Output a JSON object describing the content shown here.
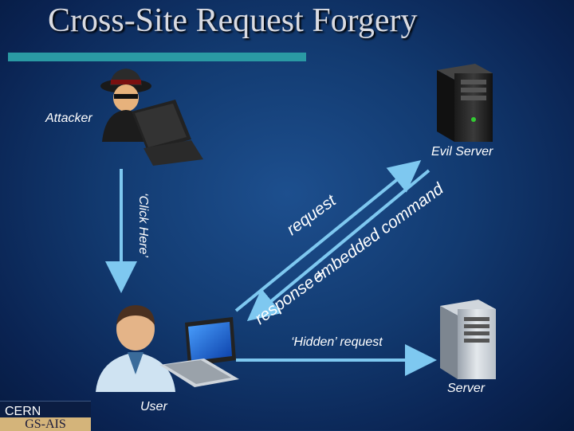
{
  "title": "Cross-Site Request Forgery",
  "labels": {
    "attacker": "Attacker",
    "evil_server": "Evil Server",
    "click_here": "‘Click Here’",
    "request": "request",
    "command": "embedded command",
    "response": "response +",
    "hidden_request": "‘Hidden’ request",
    "server": "Server",
    "user": "User"
  },
  "footer": {
    "cern": "CERN",
    "gsais": "GS-AIS"
  },
  "colors": {
    "accent_bar": "#2a9aa4",
    "arrow": "#7ec8f0",
    "title_text": "#d9dbe2"
  },
  "icons": [
    "attacker-icon",
    "laptop-icon",
    "evil-server-icon",
    "user-icon",
    "server-icon",
    "cern-logo-icon"
  ]
}
